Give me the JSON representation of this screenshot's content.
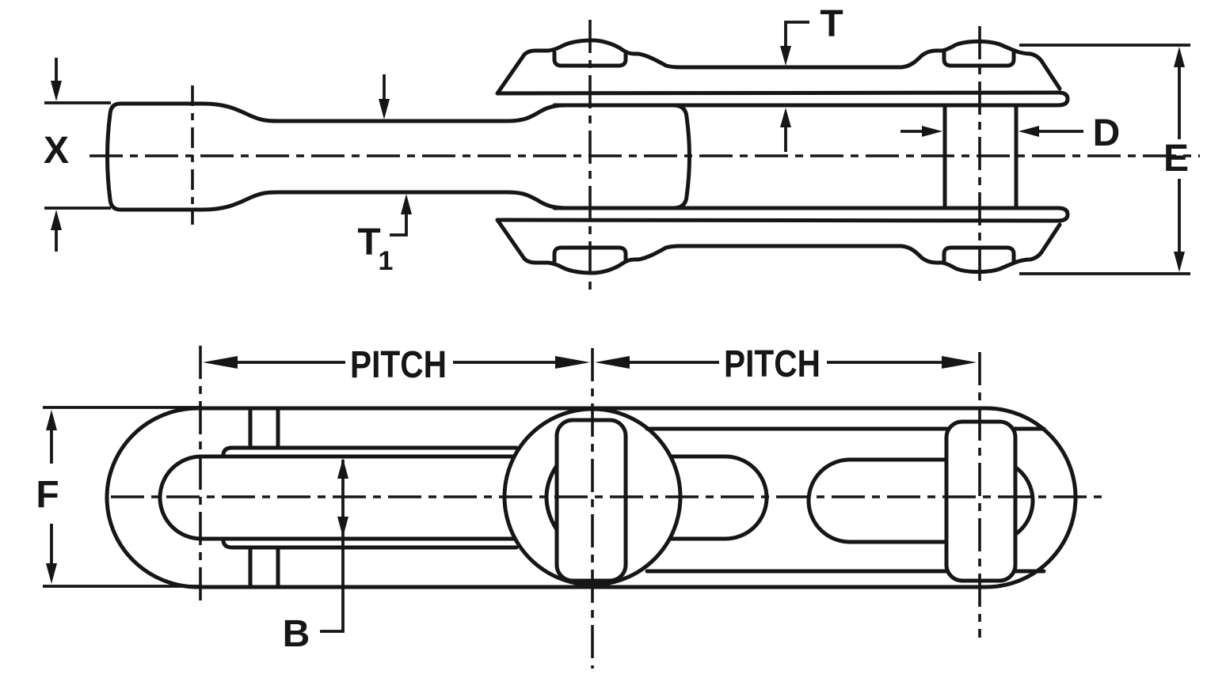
{
  "meta": {
    "kind": "engineering-line-drawing",
    "subject": "drop-forged rivetless chain link, two orthographic views",
    "background_color": "#ffffff",
    "ink_color": "#161616"
  },
  "labels": {
    "x": "X",
    "t": "T",
    "t1_base": "T",
    "t1_sub": "1",
    "d": "D",
    "e": "E",
    "f": "F",
    "b": "B",
    "pitch_left": "PITCH",
    "pitch_right": "PITCH"
  }
}
